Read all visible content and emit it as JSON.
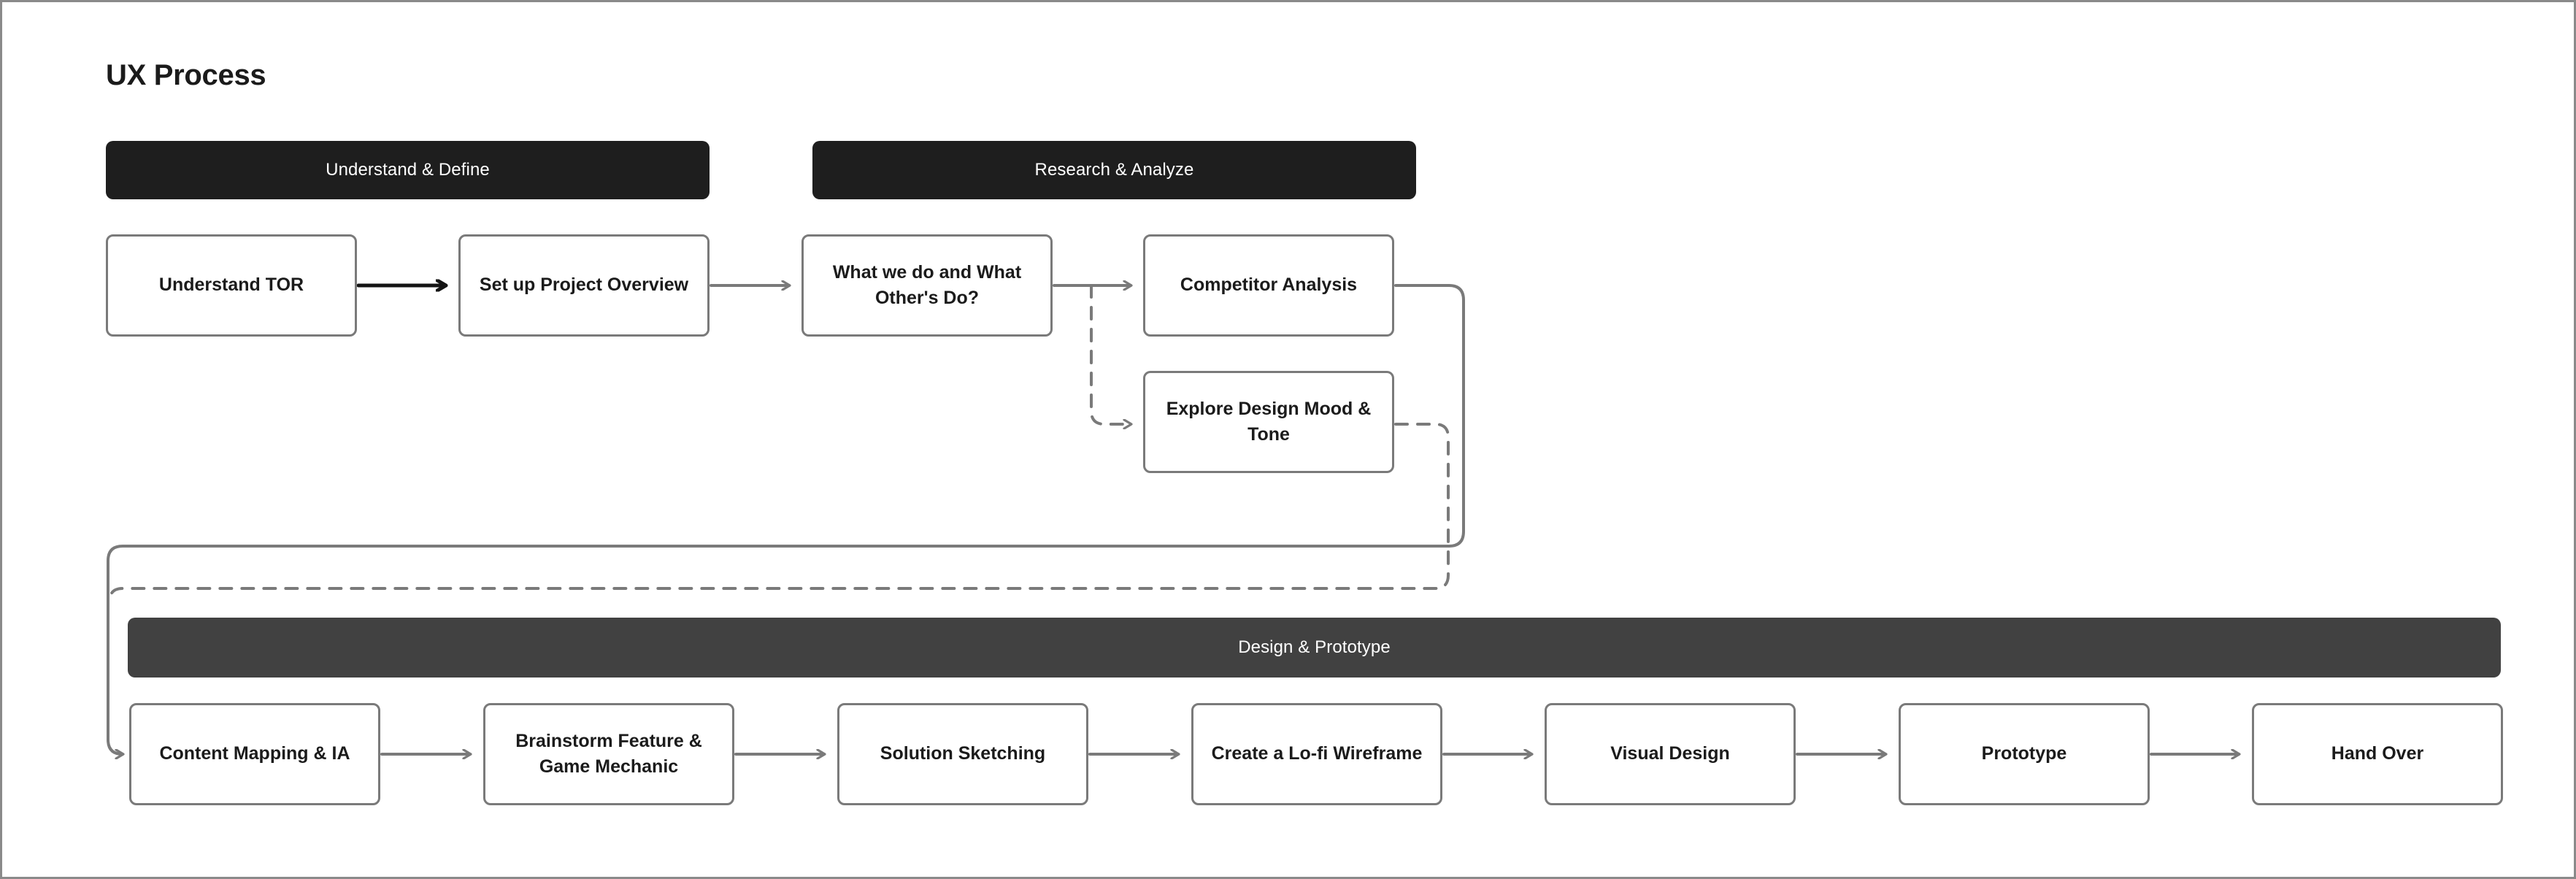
{
  "page": {
    "title": "UX Process"
  },
  "phases": [
    {
      "id": "understand",
      "label": "Understand & Define",
      "color": "#1e1e1e"
    },
    {
      "id": "research",
      "label": "Research & Analyze",
      "color": "#1e1e1e"
    },
    {
      "id": "design",
      "label": "Design & Prototype",
      "color": "#414141"
    }
  ],
  "nodes": {
    "tor": {
      "label": "Understand TOR"
    },
    "overview": {
      "label": "Set up Project Overview"
    },
    "whatwedo": {
      "label": "What we do and What Other's Do?"
    },
    "competitor": {
      "label": "Competitor Analysis"
    },
    "mood": {
      "label": "Explore Design Mood & Tone"
    },
    "content": {
      "label": "Content Mapping & IA"
    },
    "brainstorm": {
      "label": "Brainstorm Feature & Game Mechanic"
    },
    "sketch": {
      "label": "Solution Sketching"
    },
    "wireframe": {
      "label": "Create a Lo-fi Wireframe"
    },
    "visual": {
      "label": "Visual Design"
    },
    "prototype": {
      "label": "Prototype"
    },
    "handover": {
      "label": "Hand Over"
    }
  },
  "connectors": [
    {
      "from": "tor",
      "to": "overview",
      "style": "solid",
      "color": "#141414",
      "emphasis": "strong"
    },
    {
      "from": "overview",
      "to": "whatwedo",
      "style": "solid",
      "color": "#7a7a7a"
    },
    {
      "from": "whatwedo",
      "to": "competitor",
      "style": "solid",
      "color": "#7a7a7a"
    },
    {
      "from": "whatwedo",
      "to": "mood",
      "style": "dashed",
      "color": "#7a7a7a"
    },
    {
      "from": "competitor",
      "to": "content",
      "style": "solid",
      "color": "#7a7a7a"
    },
    {
      "from": "mood",
      "to": "content",
      "style": "dashed",
      "color": "#7a7a7a"
    },
    {
      "from": "content",
      "to": "brainstorm",
      "style": "solid",
      "color": "#7a7a7a"
    },
    {
      "from": "brainstorm",
      "to": "sketch",
      "style": "solid",
      "color": "#7a7a7a"
    },
    {
      "from": "sketch",
      "to": "wireframe",
      "style": "solid",
      "color": "#7a7a7a"
    },
    {
      "from": "wireframe",
      "to": "visual",
      "style": "solid",
      "color": "#7a7a7a"
    },
    {
      "from": "visual",
      "to": "prototype",
      "style": "solid",
      "color": "#7a7a7a"
    },
    {
      "from": "prototype",
      "to": "handover",
      "style": "solid",
      "color": "#7a7a7a"
    }
  ],
  "theme": {
    "canvas_background": "#ffffff",
    "canvas_border": "#8a8a8a",
    "node_border": "#7a7a7a",
    "node_text": "#1b1b1b",
    "connector": "#7a7a7a",
    "connector_strong": "#141414"
  }
}
